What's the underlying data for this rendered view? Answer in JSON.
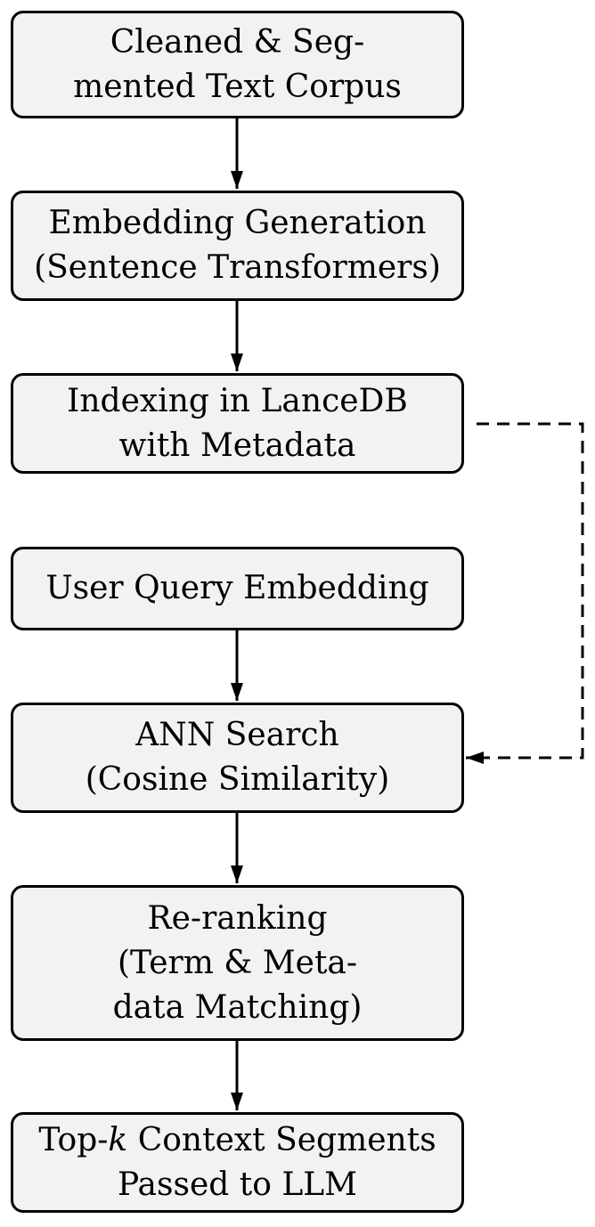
{
  "diagram": {
    "nodes": [
      {
        "id": "corpus",
        "lines": [
          "Cleaned & Seg-",
          "mented Text Corpus"
        ]
      },
      {
        "id": "embedding",
        "lines": [
          "Embedding Generation",
          "(Sentence Transformers)"
        ]
      },
      {
        "id": "indexing",
        "lines": [
          "Indexing in LanceDB",
          "with Metadata"
        ]
      },
      {
        "id": "query",
        "lines": [
          "User Query Embedding"
        ]
      },
      {
        "id": "ann",
        "lines": [
          "ANN Search",
          "(Cosine Similarity)"
        ]
      },
      {
        "id": "rerank",
        "lines": [
          "Re-ranking",
          "(Term & Meta-",
          "data Matching)"
        ]
      },
      {
        "id": "topk",
        "line1": {
          "prefix": "Top-",
          "variable": "k",
          "suffix": " Context Segments"
        },
        "line2": "Passed to LLM"
      }
    ],
    "edges": [
      {
        "from": "corpus",
        "to": "embedding",
        "style": "solid"
      },
      {
        "from": "embedding",
        "to": "indexing",
        "style": "solid"
      },
      {
        "from": "query",
        "to": "ann",
        "style": "solid"
      },
      {
        "from": "ann",
        "to": "rerank",
        "style": "solid"
      },
      {
        "from": "rerank",
        "to": "topk",
        "style": "solid"
      },
      {
        "from": "indexing",
        "to": "ann",
        "style": "dashed"
      }
    ],
    "colors": {
      "node_fill": "#f2f2f2",
      "stroke": "#000000"
    }
  }
}
